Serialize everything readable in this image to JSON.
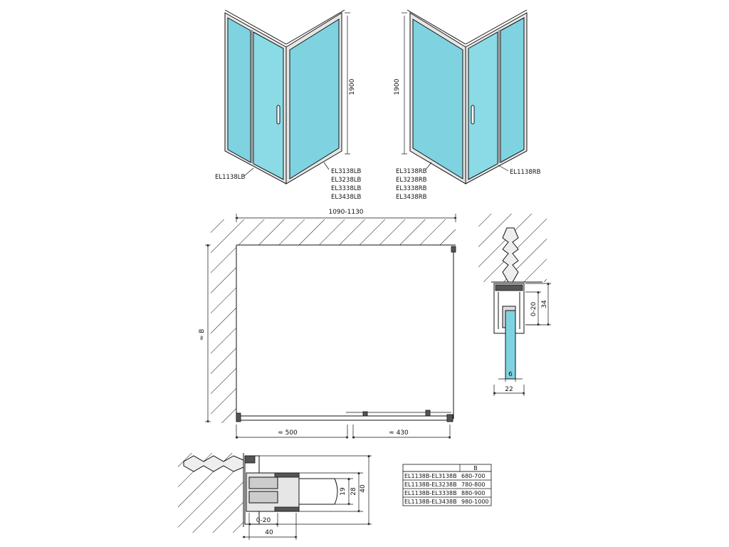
{
  "top_left_view": {
    "height_label": "1900",
    "door_code": "EL1138LB",
    "side_codes": [
      "EL3138LB",
      "EL3238LB",
      "EL3338LB",
      "EL3438LB"
    ]
  },
  "top_right_view": {
    "height_label": "1900",
    "door_code": "EL1138RB",
    "side_codes": [
      "EL3138RB",
      "EL3238RB",
      "EL3338RB",
      "EL3438RB"
    ]
  },
  "plan_view": {
    "width_label": "1090-1130",
    "depth_label": "≈ B",
    "left_segment_label": "≈ 500",
    "right_segment_label": "≈ 430"
  },
  "profile_detail_right": {
    "dim_adjust": "0-20",
    "dim_height": "34",
    "dim_glass": "6",
    "dim_width": "22"
  },
  "profile_detail_bottom": {
    "dim_19": "19",
    "dim_28": "28",
    "dim_40_vertical": "40",
    "dim_adjust": "0-20",
    "dim_40_horizontal": "40"
  },
  "size_table": {
    "header": [
      "",
      "B"
    ],
    "rows": [
      [
        "EL1138B-EL3138B",
        "680-700"
      ],
      [
        "EL1138B-EL3238B",
        "780-800"
      ],
      [
        "EL1138B-EL3338B",
        "880-900"
      ],
      [
        "EL1138B-EL3438B",
        "980-1000"
      ]
    ]
  }
}
